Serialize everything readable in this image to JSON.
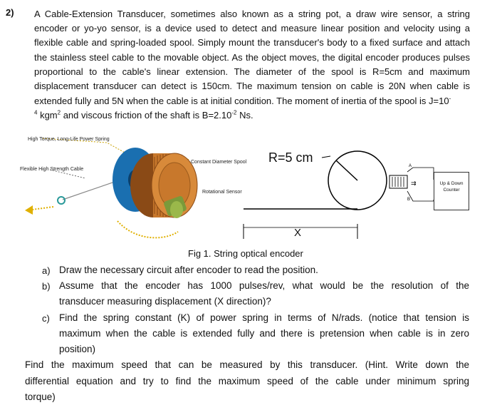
{
  "question": {
    "number": "2)",
    "lines": [
      "A Cable-Extension Transducer, sometimes also known as a string pot, a draw wire sensor, a string",
      "encoder or yo-yo sensor, is a device used to detect and measure linear position and velocity using a",
      "flexible cable and spring-loaded spool. Simply mount the transducer's body to a fixed surface and attach",
      "the stainless steel cable to the movable object. As the object moves, the digital encoder produces pulses",
      "proportional to the cable's linear extension. The diameter of the spool is R=5cm and maximum",
      "displacement transducer can detect is 150cm. The maximum tension on cable is 20N when cable is",
      "extended fully and 5N when the cable is at initial condition. The moment of inertia of the spool is   J=10"
    ],
    "sup_after_j": "-",
    "last_line_sup": "4",
    "last_line_a": " kgm",
    "last_line_sup2": "2",
    "last_line_b": " and viscous friction of the shaft is B=2.10",
    "last_line_sup3": "-2",
    "last_line_c": " Ns."
  },
  "figure": {
    "label_power_spring": "High Torque, Long-Life Power Spring",
    "label_cable": "Flexible High Strength Cable",
    "label_spool": "Constant Diameter Spool",
    "label_sensor": "Rotational Sensor",
    "radius_label": "R=5 cm",
    "x_label": "X",
    "channel_a": "A",
    "channel_b": "B",
    "counter_line1": "Up & Down",
    "counter_line2": "Counter",
    "caption": "Fig 1. String optical encoder"
  },
  "parts": [
    {
      "mark": "a)",
      "lines": [
        "Draw the necessary circuit after encoder to read the position."
      ]
    },
    {
      "mark": "b)",
      "lines": [
        "Assume that the encoder has 1000 pulses/rev, what would be the resolution of the",
        "transducer measuring displacement (X direction)?"
      ]
    },
    {
      "mark": "c)",
      "lines": [
        "Find the spring constant (K) of power spring in terms of N/rads. (notice that tension is",
        "maximum when the cable is extended fully and there is pretension when cable is in zero",
        "position)"
      ]
    }
  ],
  "final_lines": [
    "Find the maximum speed that can be measured by this transducer. (Hint. Write down the",
    "differential equation and try to find the maximum speed of the cable under minimum spring",
    "torque)"
  ],
  "colors": {
    "spool_green": "#7a9a3a",
    "spool_copper": "#c8782c",
    "spring_blue": "#1a6fb0",
    "arrow_yellow": "#e0b000"
  }
}
